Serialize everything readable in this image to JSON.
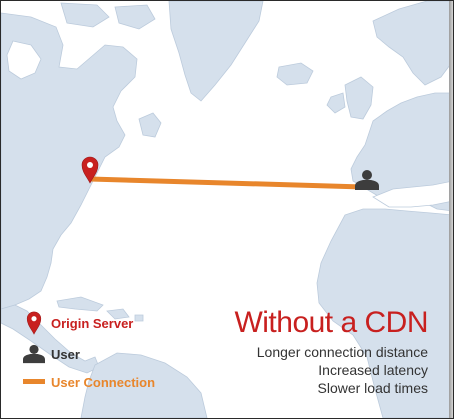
{
  "legend": {
    "origin_server": "Origin Server",
    "user": "User",
    "user_connection": "User Connection"
  },
  "headline": {
    "title": "Without a CDN",
    "points": [
      "Longer connection distance",
      "Increased latency",
      "Slower load times"
    ]
  },
  "icons": {
    "origin": "map-pin-icon",
    "user": "user-silhouette-icon",
    "connection": "connection-line-icon"
  },
  "colors": {
    "ocean": "#ffffff",
    "land": "#d5e0ec",
    "land_edge": "#bccbdc",
    "pin": "#c8201f",
    "user": "#3d3d3d",
    "connection": "#e8862c",
    "title": "#c8201f",
    "text": "#333333"
  }
}
